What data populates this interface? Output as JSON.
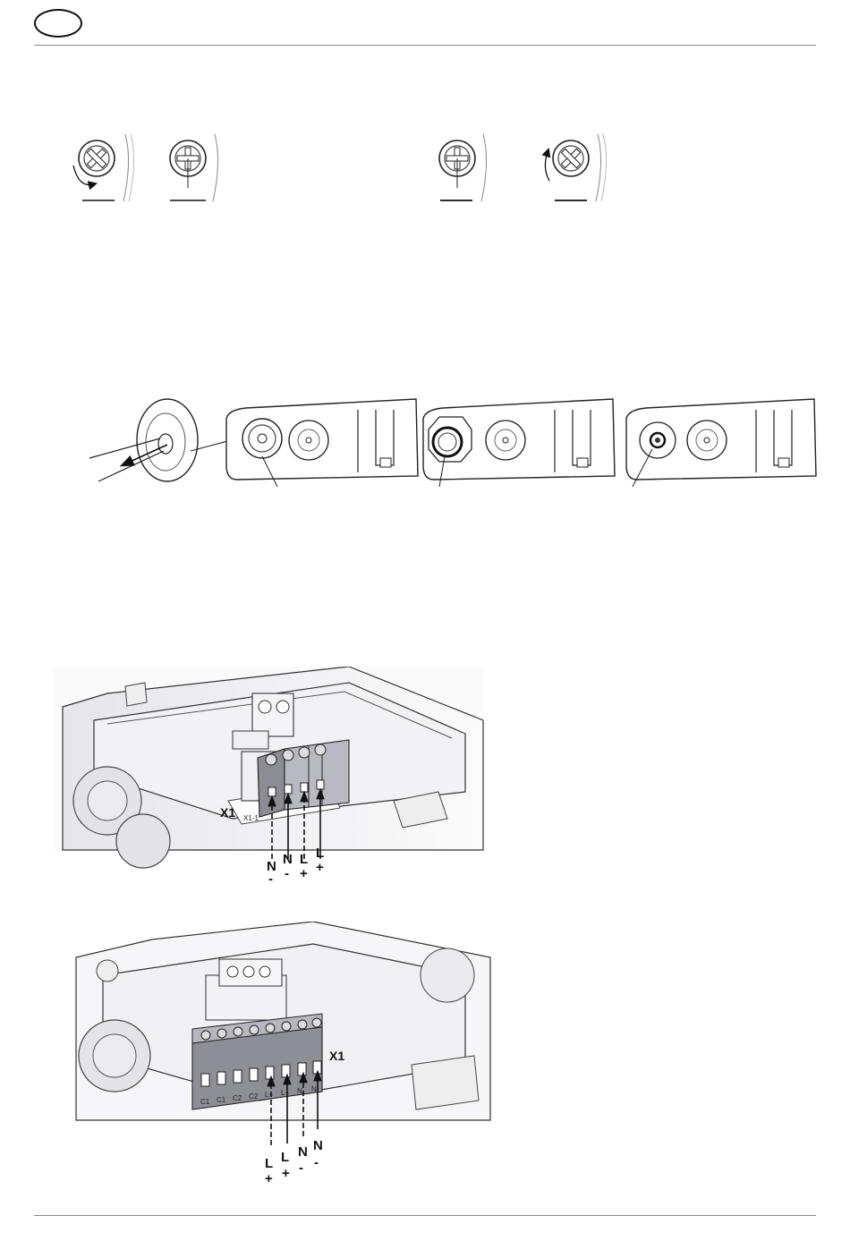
{
  "header": {
    "language_badge": ""
  },
  "figure_wiring_1": {
    "terminal_name": "X1",
    "terminal_ref": "X1-1",
    "wire_names": [
      "N",
      "N",
      "L",
      "L"
    ],
    "wire_polarity": [
      "-",
      "-",
      "+",
      "+"
    ]
  },
  "figure_wiring_2": {
    "terminal_name": "X1",
    "pin_marks": [
      "C1",
      "C1",
      "C2",
      "C2",
      "L+",
      "L+",
      "N-",
      "N-"
    ],
    "wire_names": [
      "L",
      "L",
      "N",
      "N"
    ],
    "wire_polarity": [
      "+",
      "+",
      "-",
      "-"
    ]
  }
}
